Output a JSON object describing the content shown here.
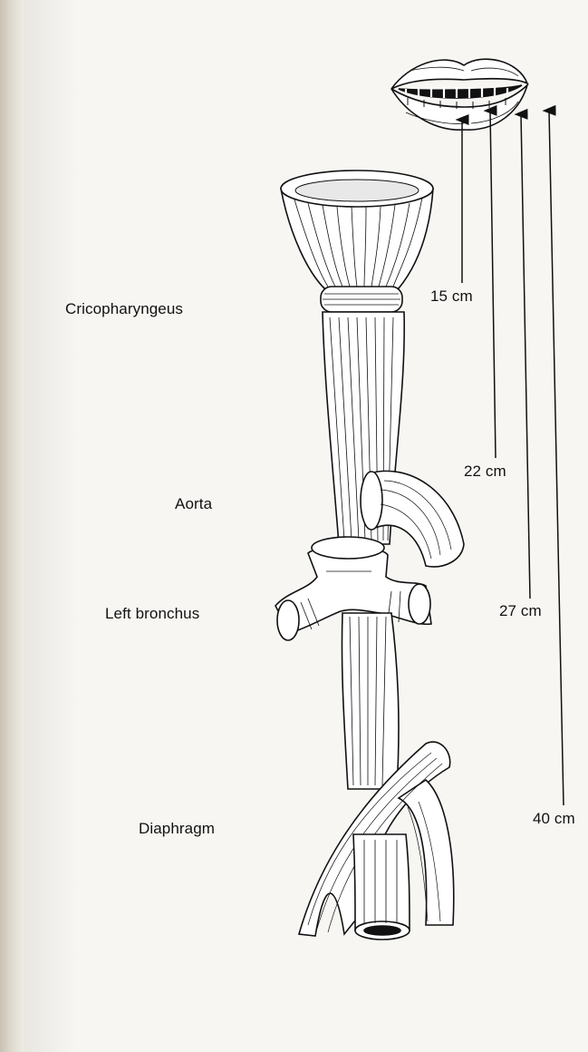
{
  "labels": {
    "cricopharyngeus": "Cricopharyngeus",
    "aorta": "Aorta",
    "left_bronchus": "Left bronchus",
    "diaphragm": "Diaphragm"
  },
  "distances": {
    "d15": "15 cm",
    "d22": "22 cm",
    "d27": "27 cm",
    "d40": "40 cm"
  },
  "colors": {
    "ink": "#111111",
    "paper": "#f7f6f3"
  }
}
